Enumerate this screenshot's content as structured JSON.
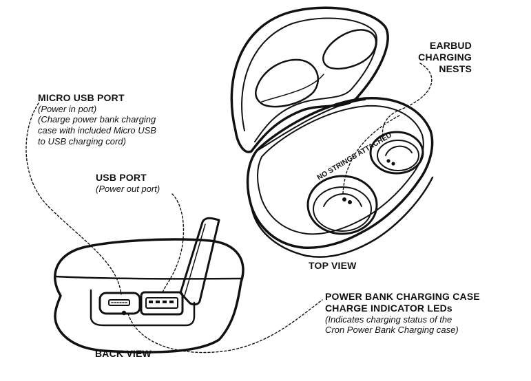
{
  "labels": {
    "micro_usb": {
      "title": "MICRO USB PORT",
      "lines": [
        "(Power in port)",
        "(Charge power bank charging",
        "case with included Micro USB",
        "to USB charging cord)"
      ]
    },
    "usb_port": {
      "title": "USB PORT",
      "lines": [
        "(Power out port)"
      ]
    },
    "earbud_nests": {
      "lines": [
        "EARBUD",
        "CHARGING NESTS"
      ]
    },
    "top_view": "TOP VIEW",
    "back_view": "BACK VIEW",
    "leds": {
      "lines": [
        "POWER BANK CHARGING CASE",
        "CHARGE INDICATOR LEDs"
      ],
      "sub": [
        "(Indicates charging status of the",
        "Cron Power Bank Charging case)"
      ]
    },
    "case_text": "NO STRINGS ATTACHED"
  },
  "colors": {
    "ink": "#111111",
    "paper": "#ffffff"
  }
}
